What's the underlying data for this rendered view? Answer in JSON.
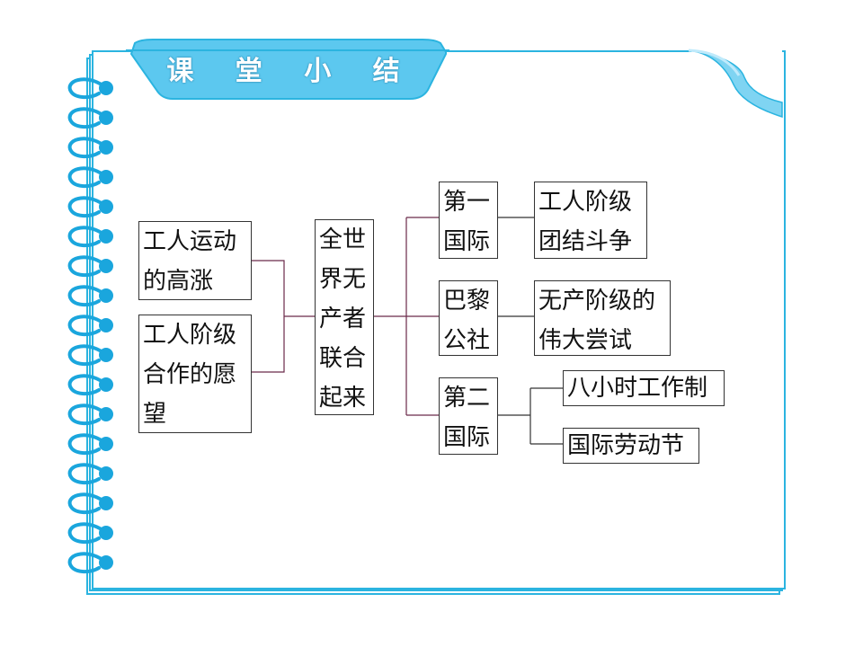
{
  "header": {
    "title": "课 堂 小 结"
  },
  "diagram": {
    "causes": [
      {
        "text": "工人运动\n的高涨"
      },
      {
        "text": "工人阶级\n合作的愿\n望"
      }
    ],
    "center": {
      "text": "全世\n界无\n产者\n联合\n起来"
    },
    "branches": [
      {
        "name": "第一\n国际",
        "result": "工人阶级\n团结斗争"
      },
      {
        "name": "巴黎\n公社",
        "result": "无产阶级的\n伟大尝试"
      },
      {
        "name": "第二\n国际",
        "results": [
          "八小时工作制",
          "国际劳动节"
        ]
      }
    ]
  },
  "colors": {
    "accent": "#2bb4e0",
    "tab_fill": "#5cc8ef",
    "ring": "#1aa6dd",
    "connector": "#6b2a4a"
  },
  "icons": {
    "binding": "spiral-ring-icon",
    "page_curl": "page-curl-icon"
  }
}
